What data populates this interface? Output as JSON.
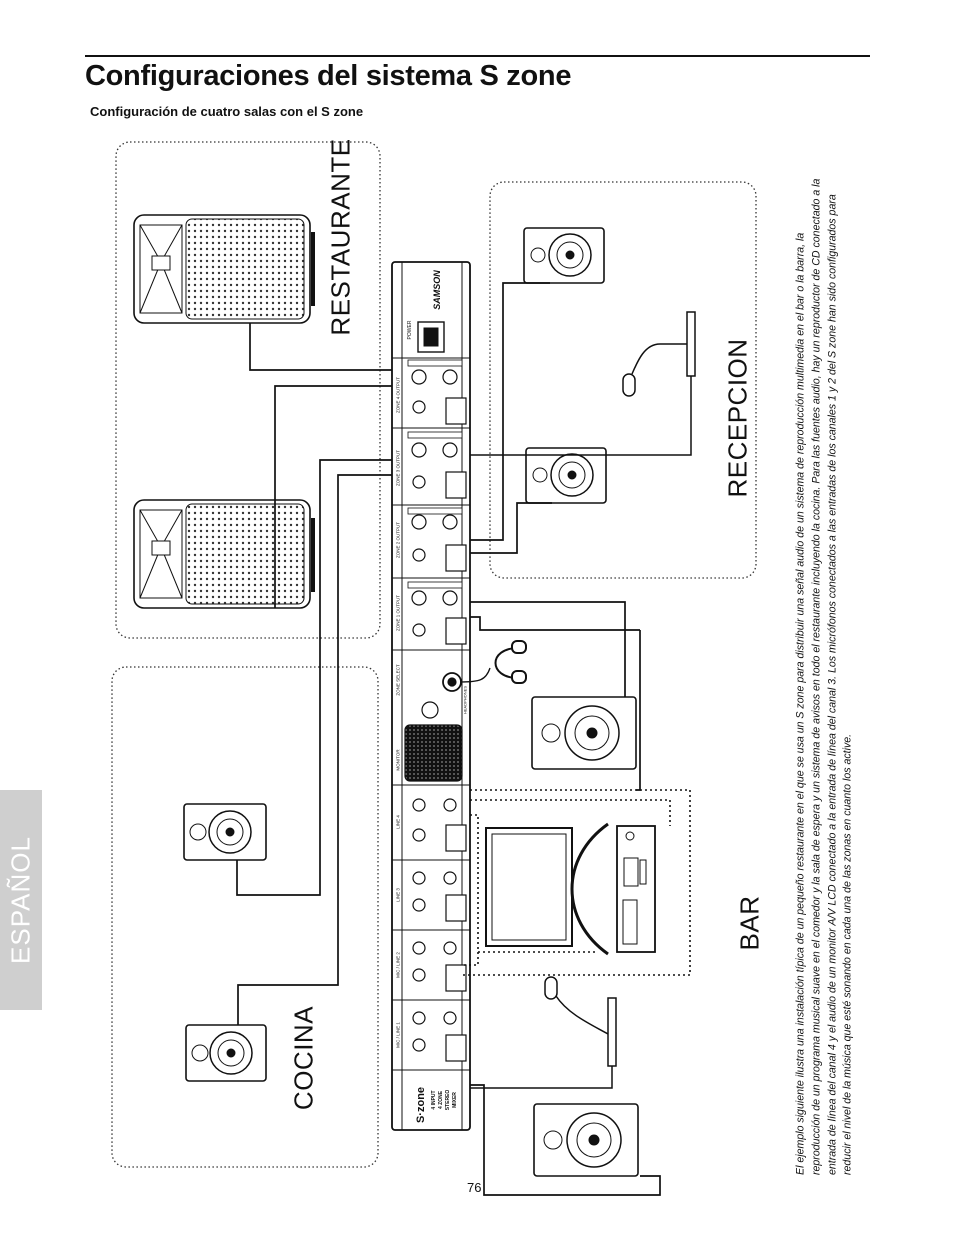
{
  "header": {
    "title": "Configuraciones del sistema S zone",
    "subtitle": "Configuración de cuatro salas con el S zone"
  },
  "side_tab": {
    "label": "ESPAÑOL"
  },
  "diagram": {
    "rooms": {
      "restaurante": "RESTAURANTE",
      "recepcion": "RECEPCION",
      "cocina": "COCINA",
      "bar": "BAR"
    },
    "mixer": {
      "brand": "SAMSON",
      "logo": "S·zone",
      "model_lines": [
        "4 INPUT",
        "4 ZONE",
        "STEREO",
        "MIXER"
      ],
      "power_label": "POWER",
      "headphones_label": "HEADPHONES",
      "monitor_label": "MONITOR",
      "zone_select_label": "ZONE SELECT",
      "volume_label": "VOLUME",
      "zone_sections": [
        "ZONE 4 OUTPUT",
        "ZONE 3 OUTPUT",
        "ZONE 2 OUTPUT",
        "ZONE 1 OUTPUT"
      ],
      "input_sections": [
        "LINE 4",
        "LINE 3",
        "MIC / LINE 2",
        "MIC / LINE 1"
      ]
    }
  },
  "body_text": "El ejemplo siguiente ilustra una instalación típica de un pequeño restaurante en el que se usa un S zone para distribuir una señal audio de un sistema de reproducción multimedia en el bar o la barra, la reproducción de un programa musical suave en el comedor y la sala de espera y un sistema de avisos en todo el restaurante incluyendo la cocina. Para las fuentes audio, hay un reproductor de CD conectado a la entrada de línea del canal 4 y el audio de un monitor A/V LCD conectado a la entrada de línea del canal 3. Los micrófonos conectados a las entradas de los canales 1 y 2 del S zone han sido configurados para reducir el nivel de la música que esté sonando en cada una de las zonas en cuanto los active.",
  "footer": {
    "page_number": "76"
  }
}
